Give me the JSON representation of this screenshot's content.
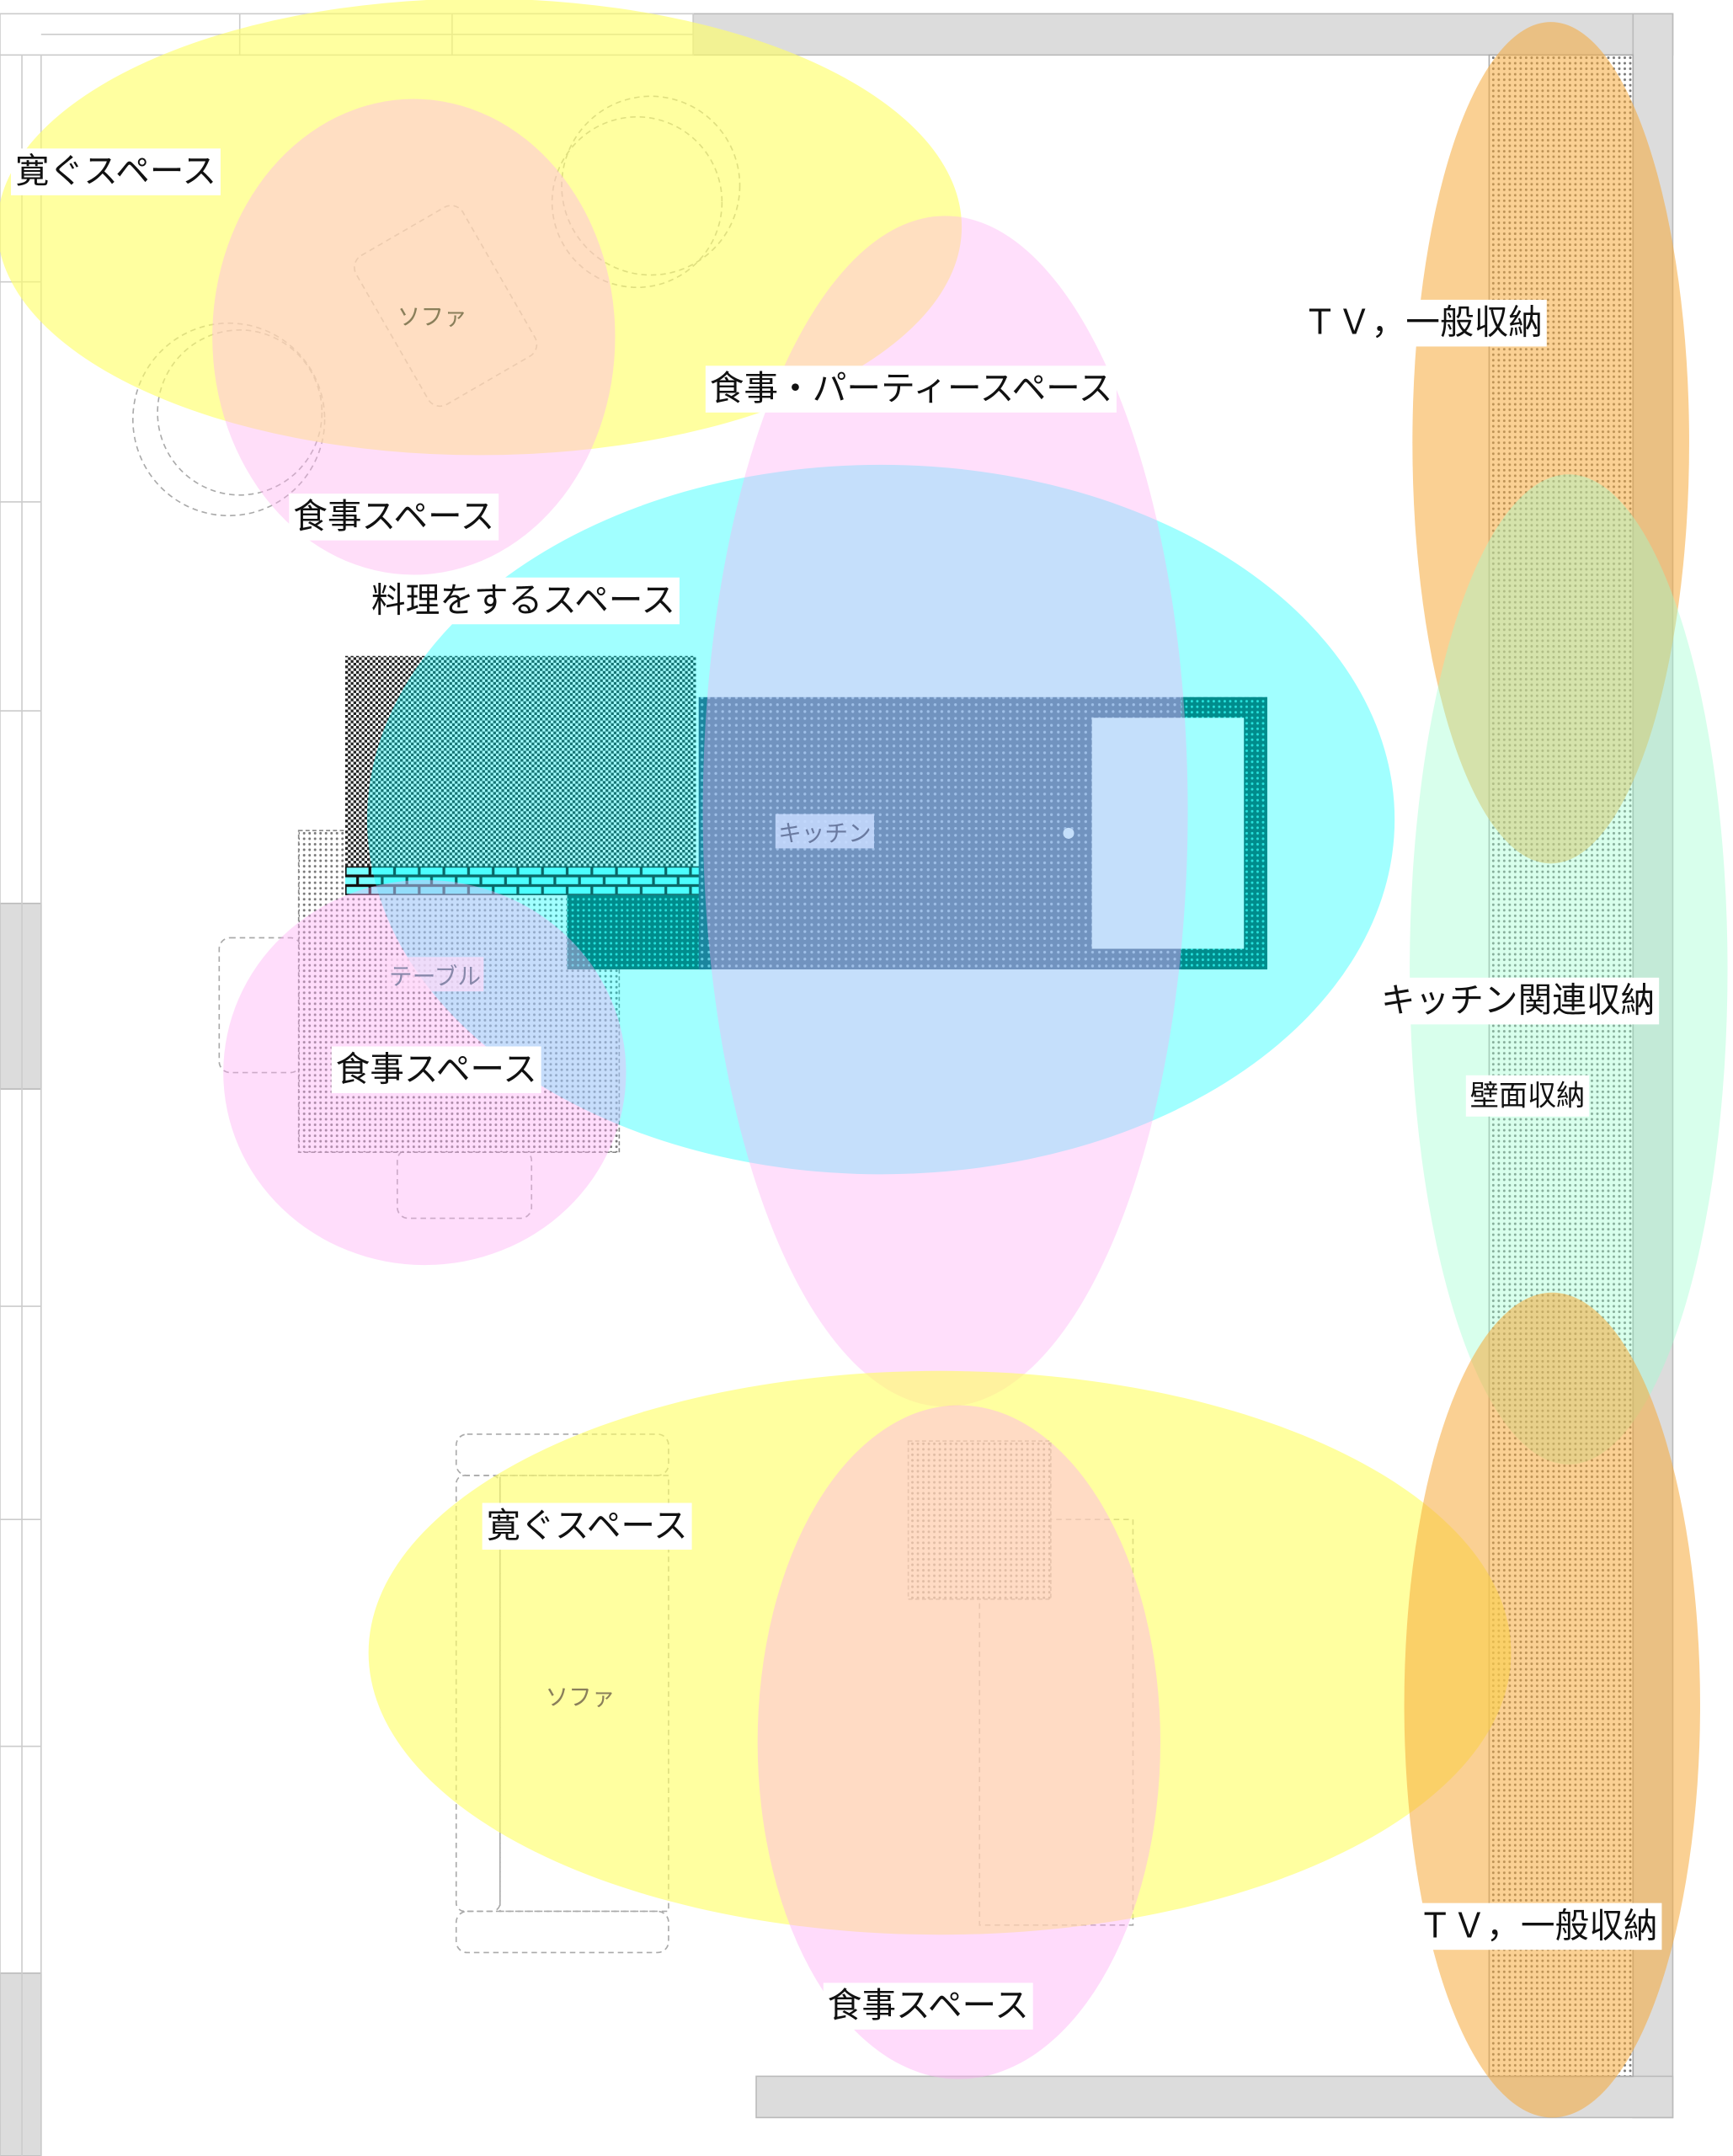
{
  "colors": {
    "relax": "#ffff66",
    "dining": "#ffc8f8",
    "cooking": "#00ffff",
    "tv_storage": "#f5b14a",
    "kitchen_storage": "#9dffd0",
    "wall": "#dcdcdc",
    "kitchen_dark": "#006060"
  },
  "labels": {
    "relax_top": "寛ぐスペース",
    "sofa_top": "ソファ",
    "tv_top": "ＴＶ，一般収納",
    "party": "食事・パーティースペース",
    "dining_top": "食事スペース",
    "cooking": "料理をするスペース",
    "kitchen": "キッチン",
    "table": "テーブル",
    "dining_mid": "食事スペース",
    "kitchen_storage": "キッチン関連収納",
    "wall_storage": "壁面収納",
    "relax_bottom": "寛ぐスペース",
    "sofa_bottom": "ソファ",
    "tv_bottom": "ＴＶ，一般収納",
    "dining_bottom": "食事スペース"
  }
}
